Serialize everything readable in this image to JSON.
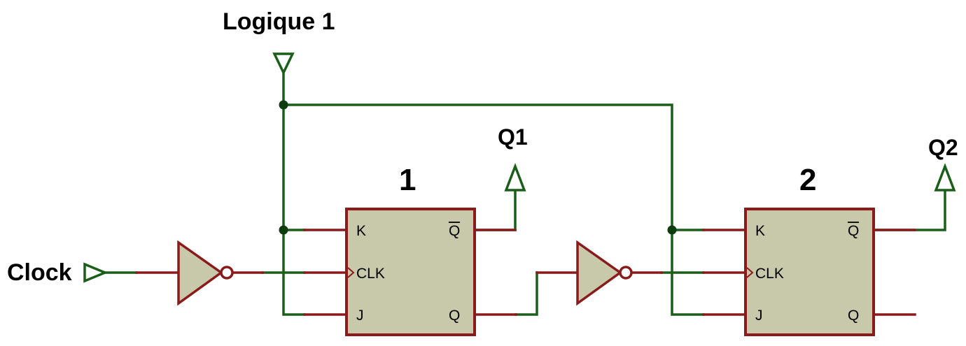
{
  "labels": {
    "logic_high": "Logique 1",
    "clock": "Clock",
    "output1": "Q1",
    "output2": "Q2"
  },
  "flipflops": [
    {
      "number": "1",
      "pins": {
        "k": "K",
        "clk": "CLK",
        "j": "J",
        "qbar": "Q",
        "q": "Q"
      }
    },
    {
      "number": "2",
      "pins": {
        "k": "K",
        "clk": "CLK",
        "j": "J",
        "qbar": "Q",
        "q": "Q"
      }
    }
  ],
  "colors": {
    "wire_net": "#1a5e1a",
    "wire_pin": "#8b1a1a",
    "component_fill": "#c8c8ab",
    "junction": "#0d3d0d"
  }
}
